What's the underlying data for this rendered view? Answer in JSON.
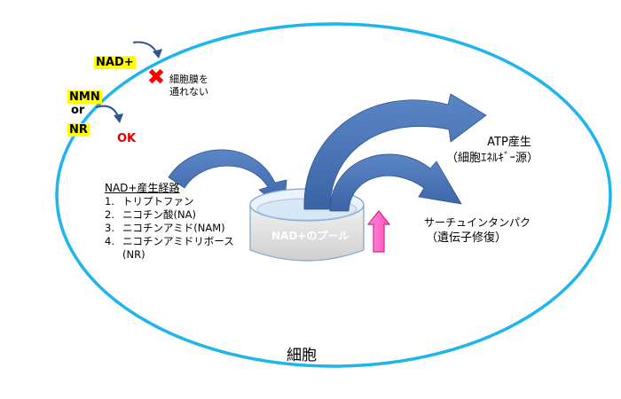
{
  "labels": {
    "nad_outside": "NAD+",
    "membrane_block": "細胞膜を",
    "membrane_block2": "通れない",
    "nmn": "NMN",
    "or": "or",
    "nr": "NR",
    "ok": "OK",
    "atp_line1": "ATP産生",
    "atp_line2": "（細胞ｴﾈﾙｷﾞｰ源）",
    "sirtuin_line1": "サーチュインタンパク",
    "sirtuin_line2": "（遺伝子修復）",
    "pool": "NAD+のプール",
    "cell": "細胞"
  },
  "pathway": {
    "title": "NAD+産生経路",
    "items": [
      {
        "num": "1.",
        "text": "トリプトファン"
      },
      {
        "num": "2.",
        "text": "ニコチン酸(NA)"
      },
      {
        "num": "3.",
        "text": "ニコチンアミド(NAM)"
      },
      {
        "num": "4.",
        "text": "ニコチンアミドリボース"
      }
    ],
    "item4_cont": "(NR)"
  },
  "colors": {
    "cell_border": "#1eb4ec",
    "arrow_fill": "#4a76b8",
    "arrow_dark": "#2e5590",
    "cross": "#ff0000",
    "highlight": "#ffff00",
    "up_arrow": "#ff66cc"
  },
  "icons": [
    "cross-icon",
    "curved-arrow-icon",
    "up-arrow-icon",
    "container-icon"
  ]
}
